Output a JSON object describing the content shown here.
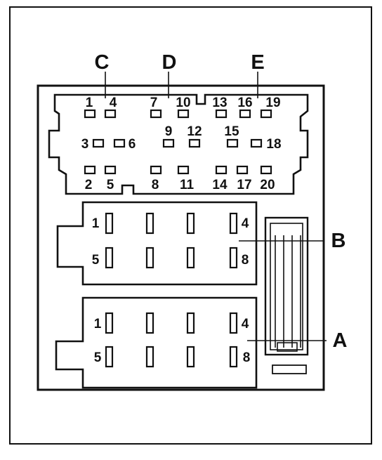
{
  "diagram": {
    "section_labels": {
      "c": "C",
      "d": "D",
      "e": "E",
      "b": "B",
      "a": "A"
    },
    "upper_connector": {
      "pins_top": [
        "1",
        "4",
        "7",
        "10",
        "13",
        "16",
        "19"
      ],
      "pins_mid": [
        "3",
        "6",
        "9",
        "12",
        "15",
        "18"
      ],
      "pins_bottom": [
        "2",
        "5",
        "8",
        "11",
        "14",
        "17",
        "20"
      ]
    },
    "block_b": {
      "labels": [
        "1",
        "4",
        "5",
        "8"
      ]
    },
    "block_a": {
      "labels": [
        "1",
        "4",
        "5",
        "8"
      ]
    }
  }
}
